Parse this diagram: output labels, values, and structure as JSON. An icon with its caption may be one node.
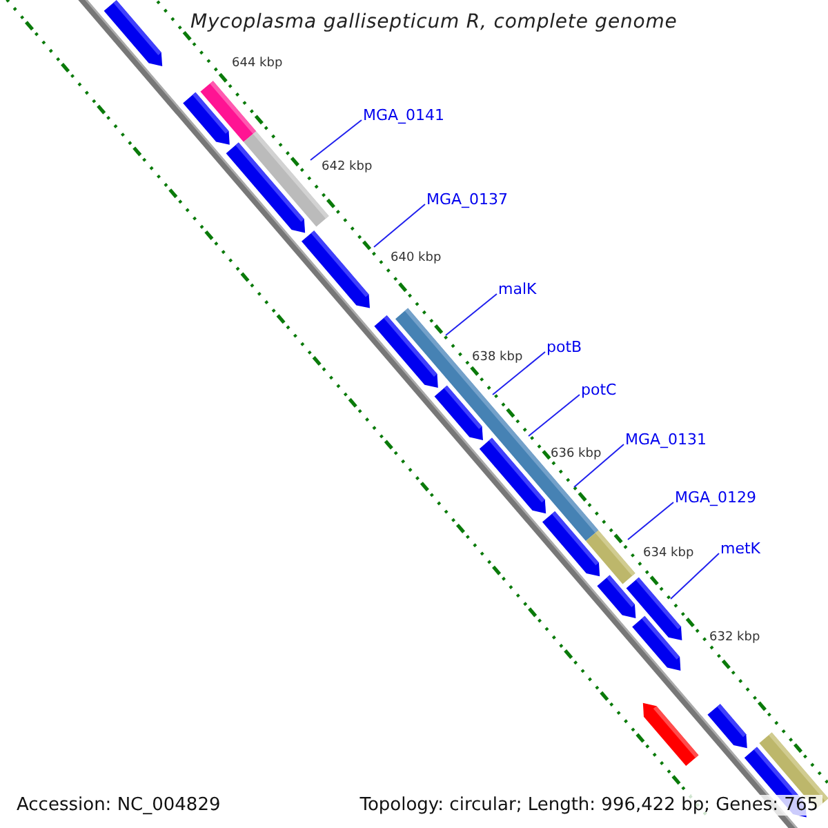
{
  "diagram": {
    "title": "Mycoplasma gallisepticum R, complete genome",
    "nodes": [
      {
        "text": [
          "MGA_0141"
        ]
      },
      {
        "text": [
          "MGA_0137"
        ]
      },
      {
        "text": [
          "malK"
        ]
      },
      {
        "text": [
          "potB"
        ]
      },
      {
        "text": [
          "potC"
        ]
      },
      {
        "text": [
          "MGA_0131"
        ]
      },
      {
        "text": [
          "MGA_0129"
        ]
      },
      {
        "text": [
          "metK"
        ]
      }
    ],
    "edges": [
      {
        "from": 0,
        "to": null,
        "arrow": "none"
      },
      {
        "from": 1,
        "to": null,
        "arrow": "none"
      },
      {
        "from": 2,
        "to": null,
        "arrow": "none"
      },
      {
        "from": 3,
        "to": null,
        "arrow": "none"
      },
      {
        "from": 4,
        "to": null,
        "arrow": "none"
      },
      {
        "from": 5,
        "to": null,
        "arrow": "none"
      },
      {
        "from": 6,
        "to": null,
        "arrow": "none"
      },
      {
        "from": 7,
        "to": null,
        "arrow": "none"
      }
    ],
    "labels": [
      "644 kbp",
      "642 kbp",
      "640 kbp",
      "638 kbp",
      "636 kbp",
      "634 kbp",
      "632 kbp",
      "Accession: NC_004829",
      "Topology: circular; Length: 996,422 bp; Genes: 765"
    ]
  }
}
